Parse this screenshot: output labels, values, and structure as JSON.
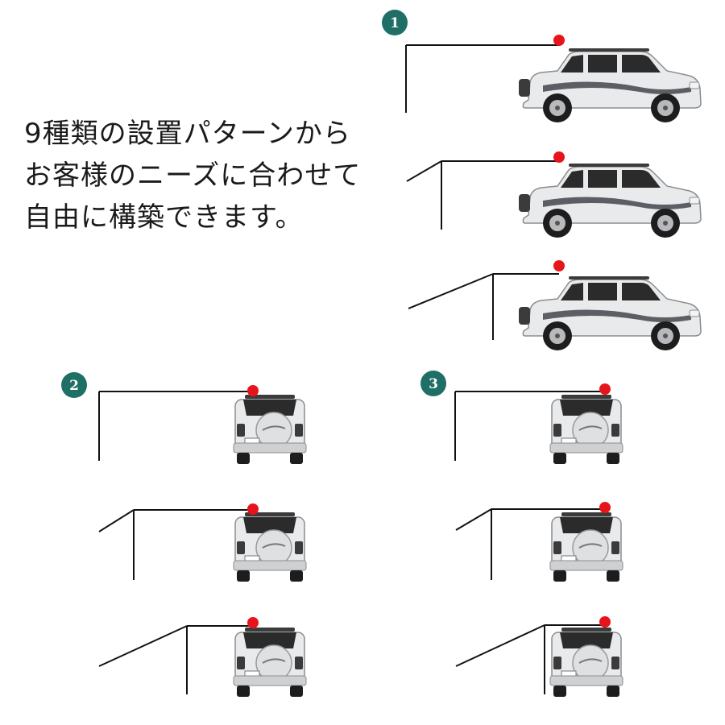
{
  "headline": {
    "line1": "9種類の設置パターンから",
    "line2": "お客様のニーズに合わせて",
    "line3": "自由に構築できます。"
  },
  "badges": [
    "1",
    "2",
    "3"
  ],
  "colors": {
    "badge": "#1f6f66",
    "marker": "#e8141b",
    "line": "#111111",
    "car_body": "#e9eaec",
    "car_dark": "#2b2b2b",
    "stripe": "#5b5f63"
  },
  "icons": {
    "car_side": "suv-side-icon",
    "car_rear": "suv-rear-icon",
    "marker": "mount-point-dot"
  }
}
